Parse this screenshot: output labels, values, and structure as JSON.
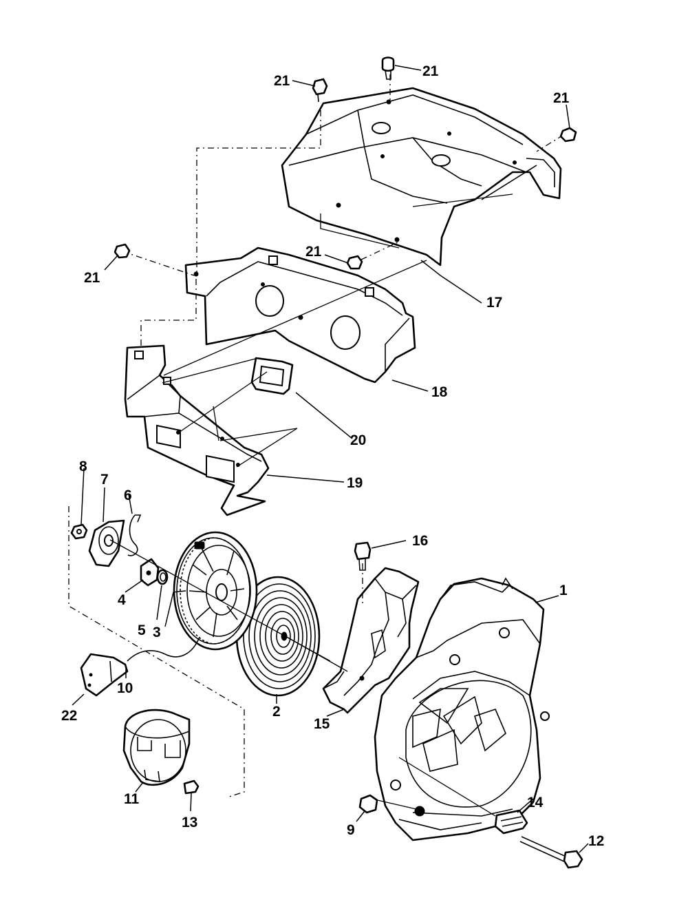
{
  "diagram": {
    "callouts": [
      {
        "id": "c1",
        "text": "1"
      },
      {
        "id": "c2",
        "text": "2"
      },
      {
        "id": "c3",
        "text": "3"
      },
      {
        "id": "c4",
        "text": "4"
      },
      {
        "id": "c5",
        "text": "5"
      },
      {
        "id": "c6",
        "text": "6"
      },
      {
        "id": "c7",
        "text": "7"
      },
      {
        "id": "c8",
        "text": "8"
      },
      {
        "id": "c9",
        "text": "9"
      },
      {
        "id": "c10",
        "text": "10"
      },
      {
        "id": "c11",
        "text": "11"
      },
      {
        "id": "c12",
        "text": "12"
      },
      {
        "id": "c13",
        "text": "13"
      },
      {
        "id": "c14",
        "text": "14"
      },
      {
        "id": "c15",
        "text": "15"
      },
      {
        "id": "c16",
        "text": "16"
      },
      {
        "id": "c17",
        "text": "17"
      },
      {
        "id": "c18",
        "text": "18"
      },
      {
        "id": "c19",
        "text": "19"
      },
      {
        "id": "c20",
        "text": "20"
      },
      {
        "id": "c21a",
        "text": "21"
      },
      {
        "id": "c21b",
        "text": "21"
      },
      {
        "id": "c21c",
        "text": "21"
      },
      {
        "id": "c21d",
        "text": "21"
      },
      {
        "id": "c21e",
        "text": "21"
      },
      {
        "id": "c22",
        "text": "22"
      }
    ]
  }
}
